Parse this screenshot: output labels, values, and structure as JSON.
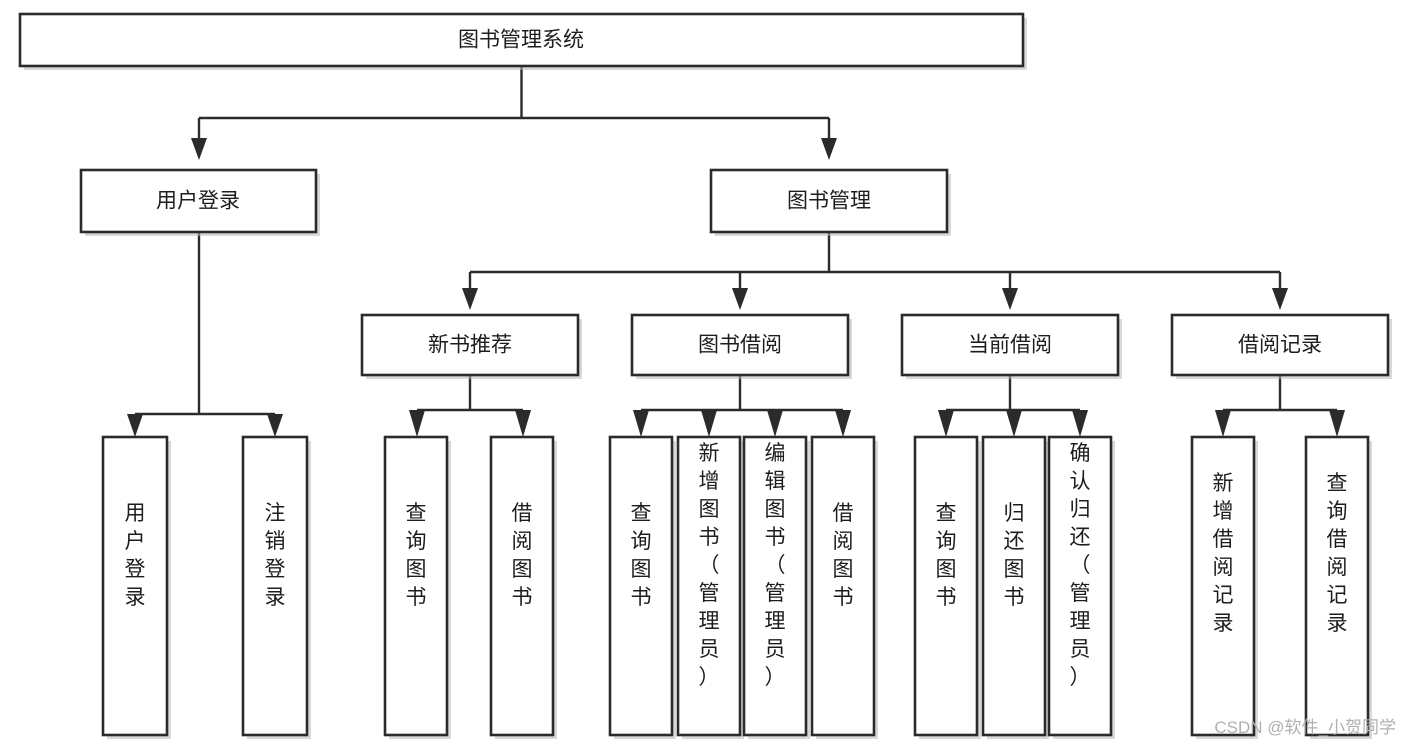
{
  "diagram": {
    "type": "tree-hierarchy-chart",
    "title": "图书管理系统",
    "orientation": "top-down",
    "colors": {
      "background": "#ffffff",
      "box_stroke": "#2b2b2b",
      "box_fill": "#ffffff",
      "connector": "#2b2b2b",
      "text": "#1d1d1d",
      "watermark": "#b0b0b0"
    },
    "levels": [
      {
        "level": 0,
        "nodes": [
          {
            "id": "root",
            "label": "图书管理系统",
            "orientation": "horizontal"
          }
        ]
      },
      {
        "level": 1,
        "nodes": [
          {
            "id": "login",
            "label": "用户登录",
            "orientation": "horizontal",
            "parent": "root"
          },
          {
            "id": "bookmgmt",
            "label": "图书管理",
            "orientation": "horizontal",
            "parent": "root"
          }
        ]
      },
      {
        "level": 2,
        "nodes": [
          {
            "id": "newbook",
            "label": "新书推荐",
            "orientation": "horizontal",
            "parent": "bookmgmt"
          },
          {
            "id": "borrow",
            "label": "图书借阅",
            "orientation": "horizontal",
            "parent": "bookmgmt"
          },
          {
            "id": "current",
            "label": "当前借阅",
            "orientation": "horizontal",
            "parent": "bookmgmt"
          },
          {
            "id": "record",
            "label": "借阅记录",
            "orientation": "horizontal",
            "parent": "bookmgmt"
          }
        ]
      },
      {
        "level": 3,
        "nodes": [
          {
            "id": "leaf-1",
            "label": "用户登录",
            "orientation": "vertical",
            "parent": "login"
          },
          {
            "id": "leaf-2",
            "label": "注销登录",
            "orientation": "vertical",
            "parent": "login"
          },
          {
            "id": "leaf-3",
            "label": "查询图书",
            "orientation": "vertical",
            "parent": "newbook"
          },
          {
            "id": "leaf-4",
            "label": "借阅图书",
            "orientation": "vertical",
            "parent": "newbook"
          },
          {
            "id": "leaf-5",
            "label": "查询图书",
            "orientation": "vertical",
            "parent": "borrow"
          },
          {
            "id": "leaf-6",
            "label": "新增图书（管理员）",
            "orientation": "vertical",
            "parent": "borrow"
          },
          {
            "id": "leaf-7",
            "label": "编辑图书（管理员）",
            "orientation": "vertical",
            "parent": "borrow"
          },
          {
            "id": "leaf-8",
            "label": "借阅图书",
            "orientation": "vertical",
            "parent": "borrow"
          },
          {
            "id": "leaf-9",
            "label": "查询图书",
            "orientation": "vertical",
            "parent": "current"
          },
          {
            "id": "leaf-10",
            "label": "归还图书",
            "orientation": "vertical",
            "parent": "current"
          },
          {
            "id": "leaf-11",
            "label": "确认归还（管理员）",
            "orientation": "vertical",
            "parent": "current"
          },
          {
            "id": "leaf-12",
            "label": "新增借阅记录",
            "orientation": "vertical",
            "parent": "record"
          },
          {
            "id": "leaf-13",
            "label": "查询借阅记录",
            "orientation": "vertical",
            "parent": "record"
          }
        ]
      }
    ]
  },
  "watermark": {
    "text": "CSDN @软件_小贺同学"
  }
}
